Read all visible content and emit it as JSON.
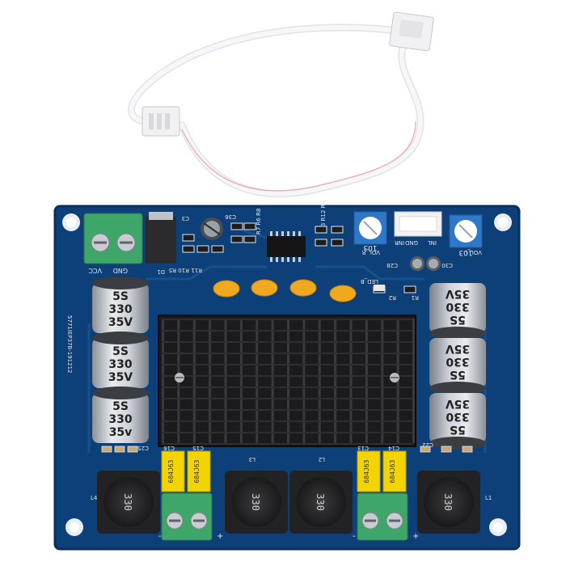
{
  "board": {
    "serial_text": "5771IEP37B-191212",
    "power_labels": [
      "VCC",
      "GND"
    ],
    "input_header_labels": [
      "VOL_R",
      "INR",
      "GND",
      "INL",
      "VOL_L"
    ],
    "pot_labels": [
      "103",
      "103"
    ],
    "component_refs": {
      "c36": "C36",
      "c30": "C30",
      "c28": "C28",
      "c25": "C25",
      "c22": "C22",
      "c13": "C13",
      "c14": "C14",
      "c15": "C15",
      "c16": "C16",
      "d1": "D1",
      "r1": "R1",
      "r2": "R2",
      "l1": "L1",
      "l2": "L2",
      "l3": "L3",
      "l4": "L4",
      "led": "LED_B",
      "resistor_row_top": "R7 R6 R8",
      "resistor_row_bottom": "R11 R10 R5",
      "resistor_row_right": "R3 R12 R4",
      "c3": "C3"
    },
    "electrolytic_caps": {
      "line1": "5S",
      "line2": "330",
      "line3": "35V",
      "line3_right": "35V",
      "line3_alt": "35v"
    },
    "film_caps": [
      "684J63",
      "684J63",
      "684J63",
      "684J63"
    ],
    "inductor_label": "330",
    "terminal_polarity": [
      "-",
      "+",
      "-",
      "+"
    ]
  },
  "colors": {
    "pcb": "#0d3f78",
    "pcb_edge": "#0a2f5c",
    "heatsink": "#1b1b1d",
    "terminal_green": "#3fa66a",
    "film_cap_yellow": "#f2d400",
    "cable": "#f4f4f6",
    "cable_red_stripe": "#e9a6b6"
  }
}
